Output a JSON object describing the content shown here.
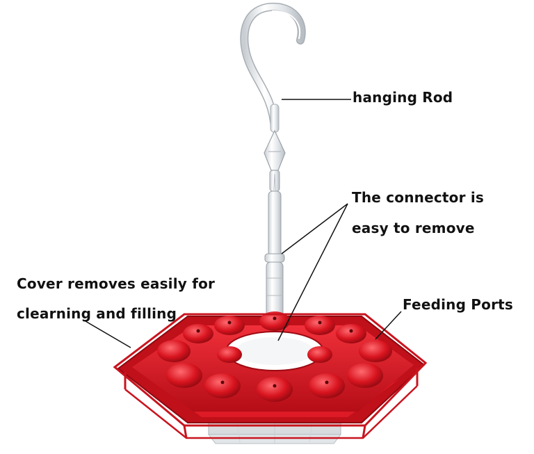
{
  "annotations": {
    "hanging_rod": "hanging Rod",
    "connector_line1": "The connector is",
    "connector_line2": "easy to remove",
    "cover_line1": "Cover removes easily for",
    "cover_line2": "clearning and filling",
    "feeding_ports": "Feeding Ports"
  },
  "colors": {
    "feeder_red": "#d8141f",
    "feeder_dark_red": "#9c0a12",
    "rod_clear": "#e9ecef",
    "base_clear": "#eef1f3",
    "leader_line": "#111111"
  }
}
